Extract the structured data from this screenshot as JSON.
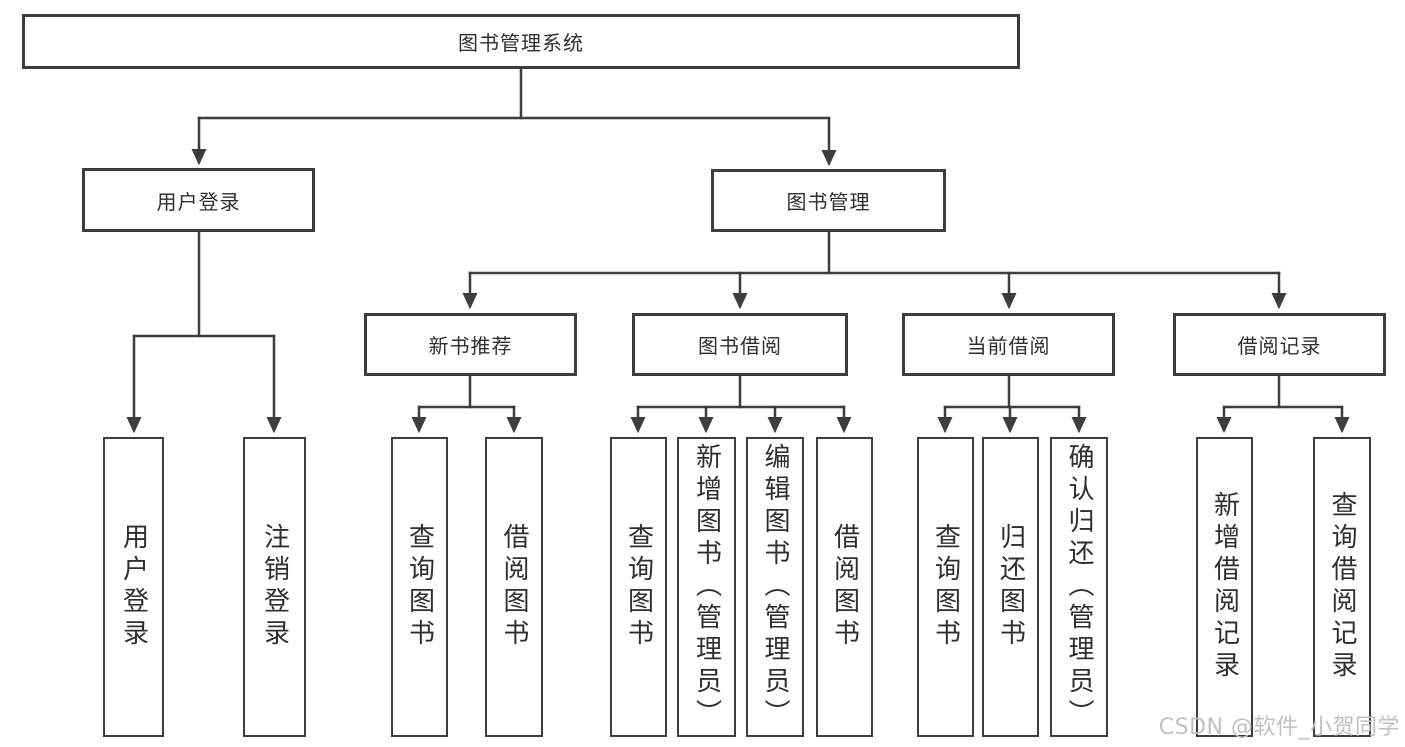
{
  "diagram": {
    "tree": {
      "label": "图书管理系统",
      "children": [
        {
          "label": "用户登录",
          "children": [
            {
              "label": "用户登录"
            },
            {
              "label": "注销登录"
            }
          ]
        },
        {
          "label": "图书管理",
          "children": [
            {
              "label": "新书推荐",
              "children": [
                {
                  "label": "查询图书"
                },
                {
                  "label": "借阅图书"
                }
              ]
            },
            {
              "label": "图书借阅",
              "children": [
                {
                  "label": "查询图书"
                },
                {
                  "label": "新增图书（管理员）"
                },
                {
                  "label": "编辑图书（管理员）"
                },
                {
                  "label": "借阅图书"
                }
              ]
            },
            {
              "label": "当前借阅",
              "children": [
                {
                  "label": "查询图书"
                },
                {
                  "label": "归还图书"
                },
                {
                  "label": "确认归还（管理员）"
                }
              ]
            },
            {
              "label": "借阅记录",
              "children": [
                {
                  "label": "新增借阅记录"
                },
                {
                  "label": "查询借阅记录"
                }
              ]
            }
          ]
        }
      ]
    }
  },
  "watermark": {
    "text": "CSDN @软件_小贺同学"
  },
  "colors": {
    "line": "#3d3d3d",
    "box_border": "#3d3d3d",
    "text": "#2f2f2f",
    "watermark": "#c2c1c1",
    "background": "#ffffff"
  }
}
